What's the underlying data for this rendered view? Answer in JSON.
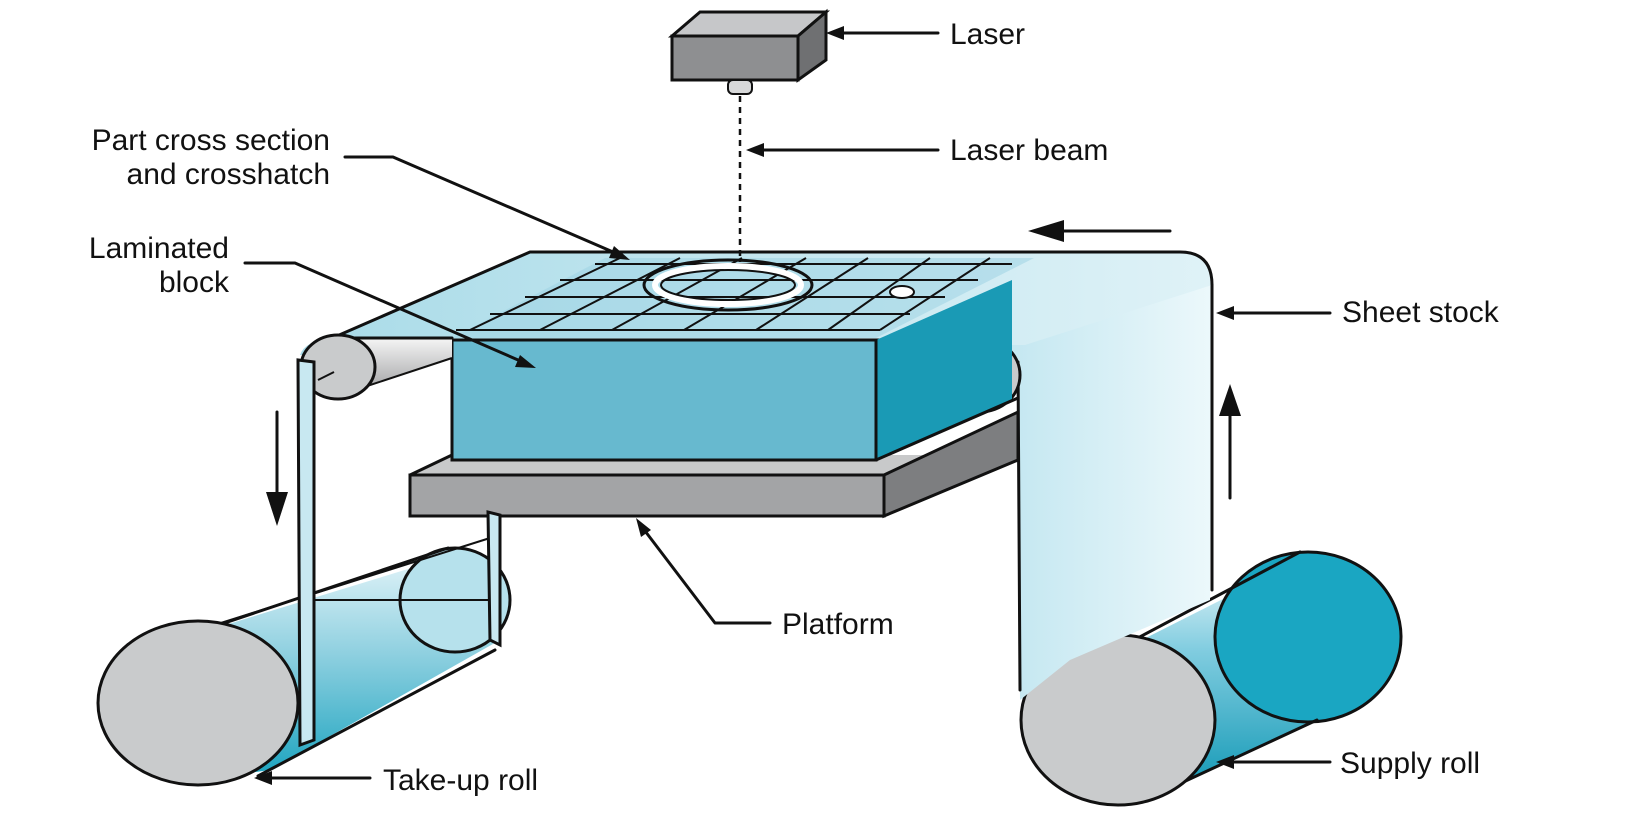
{
  "labels": {
    "laser": "Laser",
    "laser_beam": "Laser beam",
    "cross_section_line1": "Part cross section",
    "cross_section_line2": "and crosshatch",
    "laminated_line1": "Laminated",
    "laminated_line2": "block",
    "sheet_stock": "Sheet stock",
    "platform": "Platform",
    "take_up_roll": "Take-up roll",
    "supply_roll": "Supply roll"
  },
  "colors": {
    "sheet_light": "#d2ecf4",
    "sheet_mid": "#a9d9e7",
    "block_front": "#67b9cf",
    "block_side": "#1a9ab5",
    "roll_cyan": "#1ba7c3",
    "roll_end": "#c9cbcc",
    "platform_top": "#c8c9ca",
    "platform_front": "#a3a4a6",
    "platform_side": "#7d7e80",
    "laser_body": "#8e8f91",
    "laser_top": "#c6c7c9",
    "outline": "#111111"
  },
  "icons": [
    "arrow-left-icon",
    "arrow-down-icon",
    "arrow-up-icon"
  ]
}
